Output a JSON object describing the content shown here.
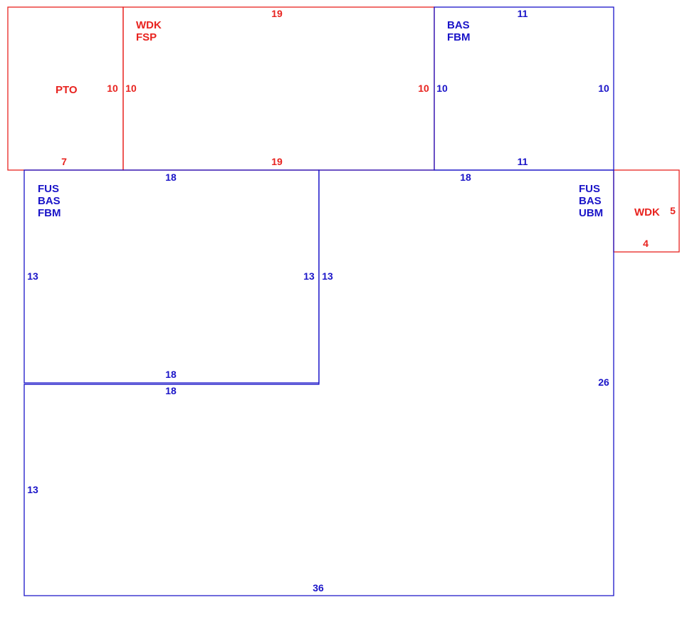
{
  "colors": {
    "red": "#e8231f",
    "blue": "#1a14c8"
  },
  "sections": {
    "pto": {
      "codes": [
        "PTO"
      ],
      "dims": {
        "bottom": "7",
        "right": "10"
      }
    },
    "wdk_fsp": {
      "codes": [
        "WDK",
        "FSP"
      ],
      "dims": {
        "top": "19",
        "bottom": "19",
        "left": "10",
        "right": "10"
      }
    },
    "bas_fbm_upper": {
      "codes": [
        "BAS",
        "FBM"
      ],
      "dims": {
        "top": "11",
        "bottom": "11",
        "left": "10",
        "right": "10"
      }
    },
    "fus_bas_fbm": {
      "codes": [
        "FUS",
        "BAS",
        "FBM"
      ],
      "dims": {
        "top": "18",
        "bottom": "18",
        "left": "13",
        "right": "13"
      }
    },
    "fus_bas_ubm": {
      "codes": [
        "FUS",
        "BAS",
        "UBM"
      ],
      "dims": {
        "top": "18",
        "left_inner": "13",
        "right": "26",
        "bottom_inner": "18",
        "left": "13",
        "bottom": "36"
      }
    },
    "wdk_small": {
      "codes": [
        "WDK"
      ],
      "dims": {
        "right": "5",
        "bottom": "4"
      }
    }
  }
}
